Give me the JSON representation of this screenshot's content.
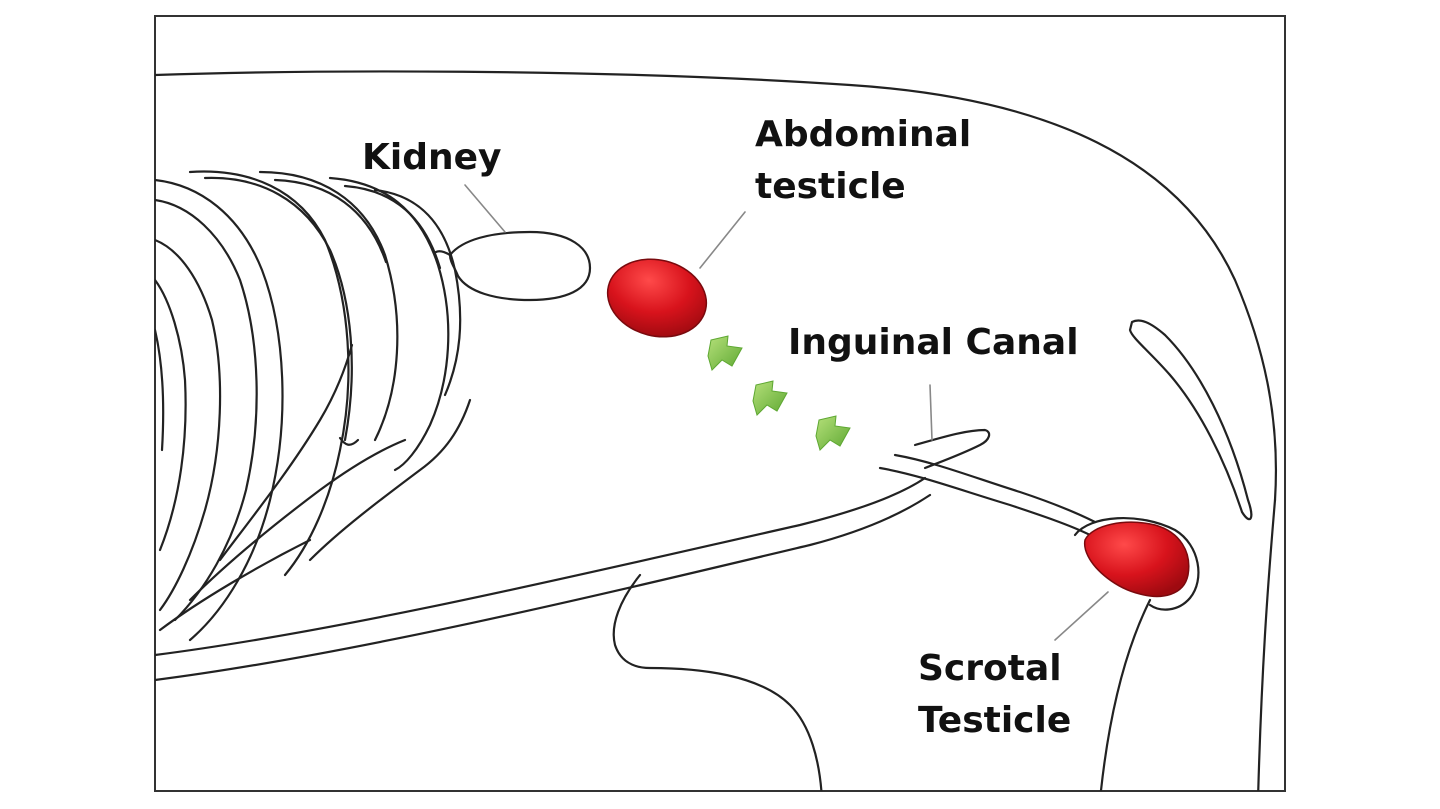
{
  "labels": {
    "kidney": "Kidney",
    "abdominal_line1": "Abdominal",
    "abdominal_line2": "testicle",
    "inguinal": "Inguinal Canal",
    "scrotal_line1": "Scrotal",
    "scrotal_line2": "Testicle"
  },
  "colors": {
    "outline": "#222222",
    "testicle_red": "#d8131c",
    "arrow_green": "#7dc242",
    "frame": "#333333",
    "background": "#ffffff"
  },
  "icons": [
    "testicle-shape",
    "migration-arrow-icon",
    "kidney-shape",
    "rib-cage"
  ]
}
